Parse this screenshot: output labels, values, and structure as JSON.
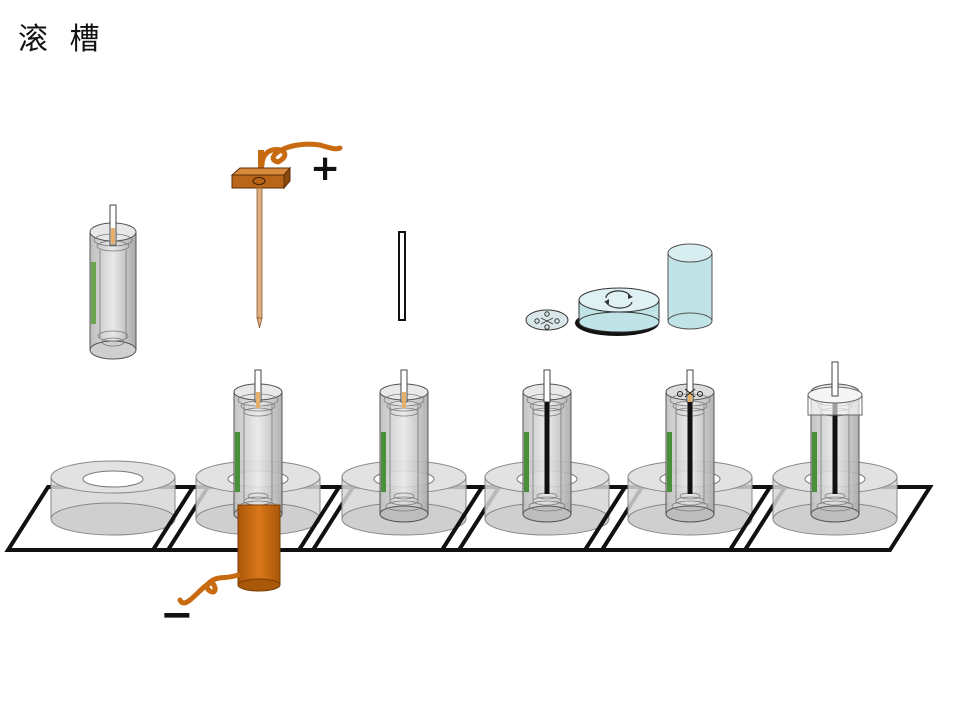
{
  "title": "滚 槽",
  "anode_sign": "+",
  "cathode_sign": "−",
  "colors": {
    "copper": "#c76a10",
    "copper_dark": "#8a4608",
    "glass": "#d4d4d4",
    "cell_stroke": "#333333",
    "insulator": "#4a8f3a",
    "cap_blue": "#bfe3e6",
    "tube_blue": "#bfe3e6",
    "rod": "#111111"
  },
  "stations": [
    {
      "id": 1,
      "content": "empty-ring"
    },
    {
      "id": 2,
      "content": "cell-with-pin",
      "electrolysis": true
    },
    {
      "id": 3,
      "content": "cell-with-pin"
    },
    {
      "id": 4,
      "content": "cell-with-rod"
    },
    {
      "id": 5,
      "content": "cell-with-cap"
    },
    {
      "id": 6,
      "content": "cell-sealed"
    }
  ],
  "upper_parts": [
    "loose-cell",
    "anode-pin-holder",
    "steel-rod",
    "gasket-washer",
    "sealing-cap",
    "outer-tube"
  ]
}
